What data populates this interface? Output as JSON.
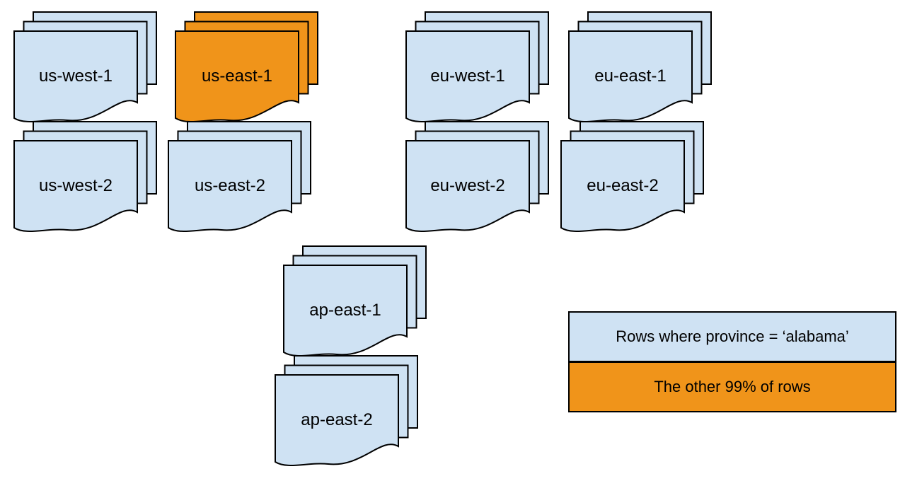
{
  "colors": {
    "replica_fill": "#CFE2F3",
    "highlighted_fill": "#F0941A",
    "outline": "#000000",
    "text": "#000000"
  },
  "stacks": [
    {
      "label": "us-west-1",
      "fill": "#CFE2F3"
    },
    {
      "label": "us-east-1",
      "fill": "#F0941A"
    },
    {
      "label": "eu-west-1",
      "fill": "#CFE2F3"
    },
    {
      "label": "eu-east-1",
      "fill": "#CFE2F3"
    },
    {
      "label": "us-west-2",
      "fill": "#CFE2F3"
    },
    {
      "label": "us-east-2",
      "fill": "#CFE2F3"
    },
    {
      "label": "eu-west-2",
      "fill": "#CFE2F3"
    },
    {
      "label": "eu-east-2",
      "fill": "#CFE2F3"
    },
    {
      "label": "ap-east-1",
      "fill": "#CFE2F3"
    },
    {
      "label": "ap-east-2",
      "fill": "#CFE2F3"
    }
  ],
  "legend": {
    "items": [
      {
        "label": "Rows where province = ‘alabama’",
        "fill": "#CFE2F3"
      },
      {
        "label": "The other 99% of rows",
        "fill": "#F0941A"
      }
    ]
  }
}
